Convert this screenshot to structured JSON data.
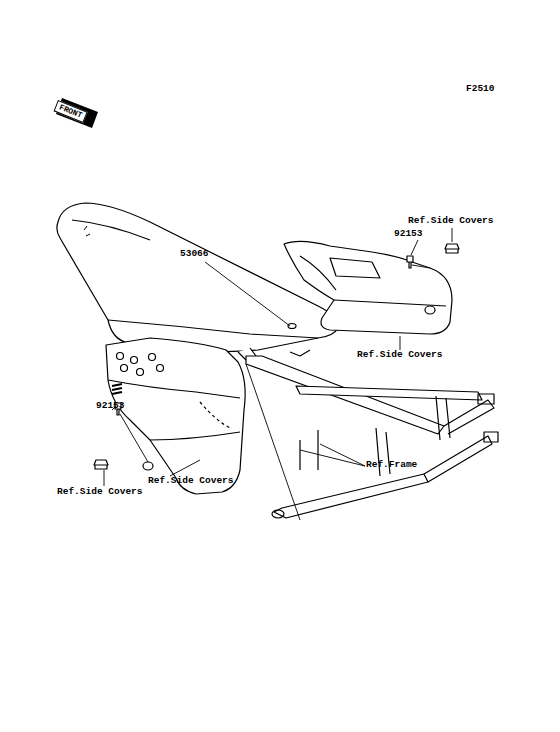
{
  "diagram": {
    "labels": [
      "F2510",
      "FRONT",
      "Ref.Side Covers",
      "92153",
      "53066",
      "Ref.Side Covers",
      "92153",
      "Ref.Frame",
      "Ref.Side Covers",
      "Ref.Side Covers"
    ]
  }
}
